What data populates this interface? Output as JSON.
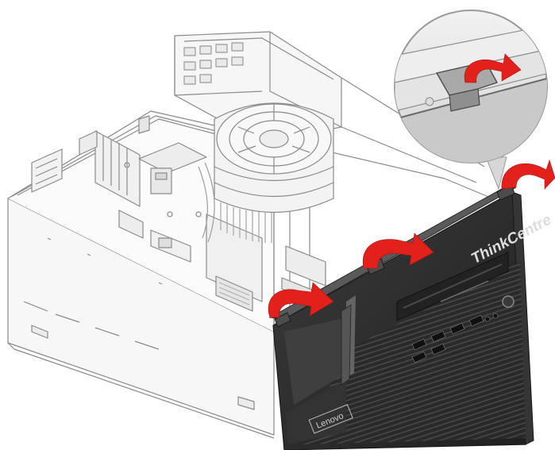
{
  "bezel": {
    "brand_label": "ThinkCentre",
    "logo_label": "Lenovo"
  },
  "colors": {
    "arrow": "#e3211c",
    "line": "#8a8a8a",
    "bezel_dark": "#2b2b2b",
    "bezel_mid": "#474747",
    "chassis_fill": "#f4f4f4",
    "callout_fill": "#d9d9d9"
  },
  "icons": {
    "release_arrow": "curved-arrow-icon",
    "magnifier": "zoom-callout-icon"
  },
  "steps": {
    "release_tabs": 4
  }
}
